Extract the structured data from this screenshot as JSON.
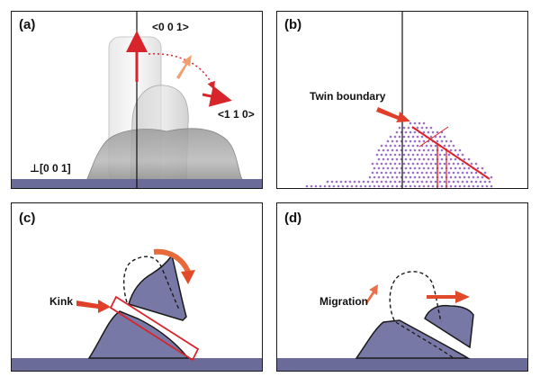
{
  "panels": {
    "a": {
      "label": "(a)",
      "dir_001": "<0 0 1>",
      "dir_110": "<1 1 0>",
      "perp_label": "⊥[0 0 1]"
    },
    "b": {
      "label": "(b)",
      "twin_label": "Twin boundary"
    },
    "c": {
      "label": "(c)",
      "kink_label": "Kink"
    },
    "d": {
      "label": "(d)",
      "migration_label": "Migration"
    }
  },
  "colors": {
    "substrate": "#6a6b98",
    "shape_fill": "#7878a6",
    "arrow_red": "#d8252b",
    "arrow_orange": "#f0a070",
    "atoms": "#9b6fc6"
  }
}
